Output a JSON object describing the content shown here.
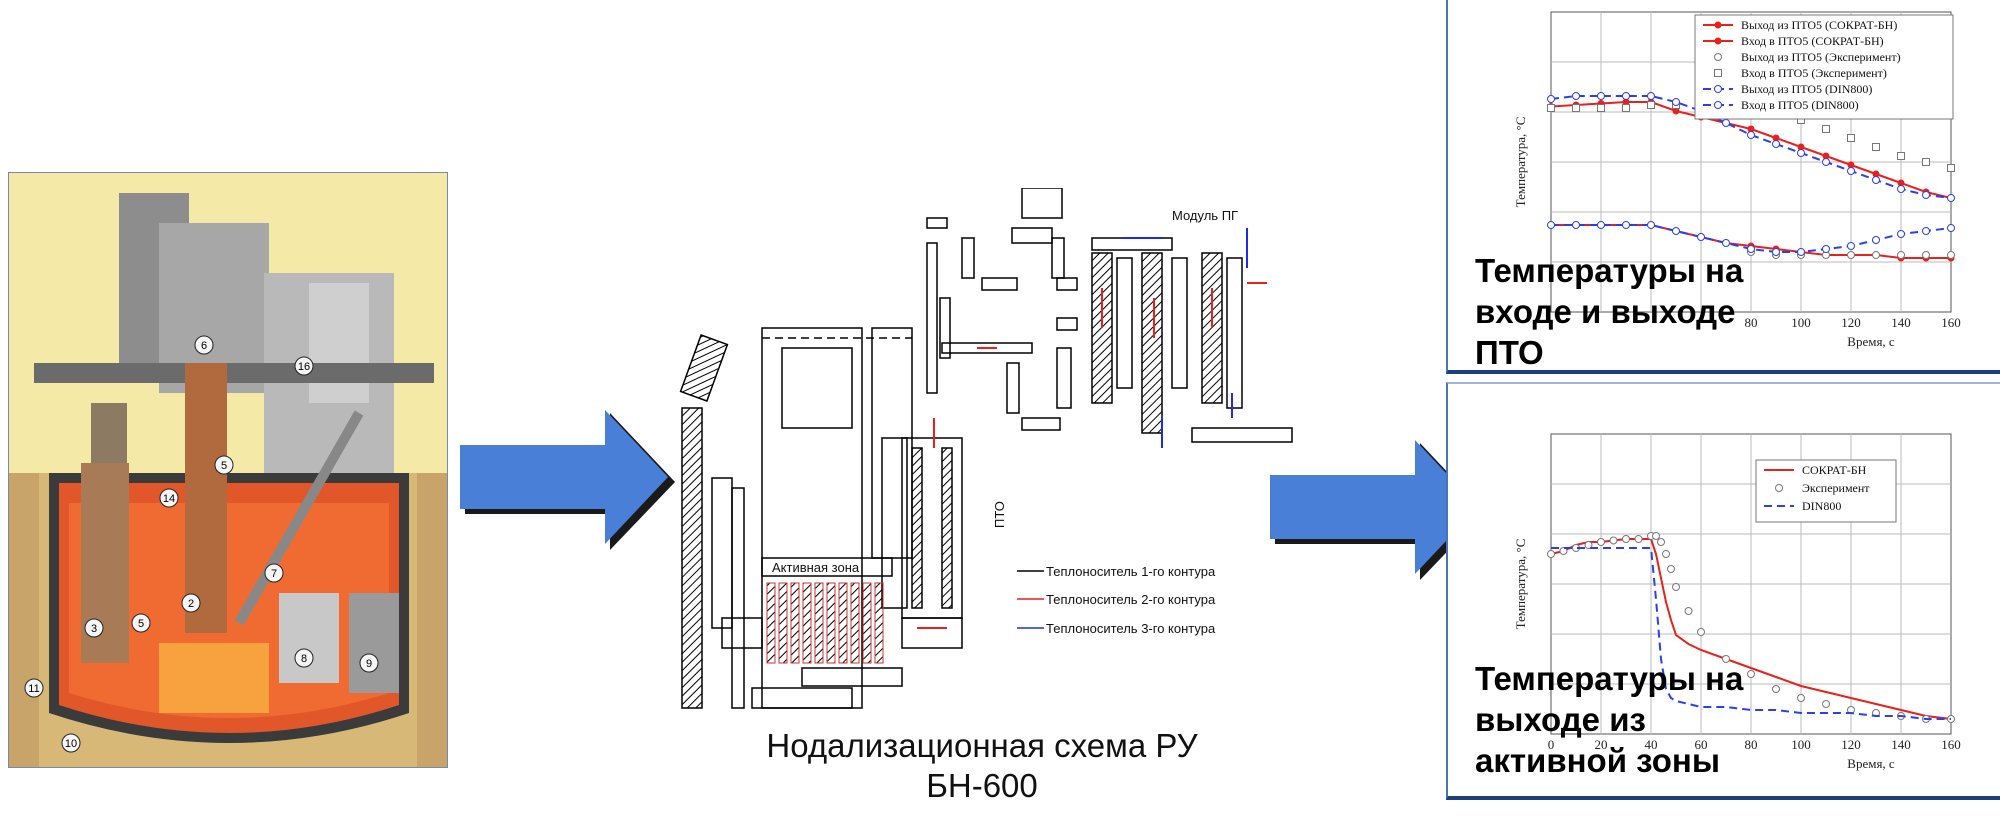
{
  "scheme": {
    "caption_line1": "Нодализационная схема РУ",
    "caption_line2": "БН-600",
    "module_label": "Модуль ПГ",
    "pto_label": "ПТО",
    "core_label": "Активная зона",
    "legend": [
      {
        "text": "Теплоноситель 1-го контура",
        "color": "#000000"
      },
      {
        "text": "Теплоноситель 2-го контура",
        "color": "#e8211c"
      },
      {
        "text": "Теплоноситель 3-го контура",
        "color": "#1c2be8"
      }
    ]
  },
  "reactor": {
    "numbers": [
      "6",
      "16",
      "5",
      "14",
      "7",
      "2",
      "3",
      "5",
      "8",
      "9",
      "11",
      "10"
    ]
  },
  "colors": {
    "arrow": "#4a7fd8",
    "sokrat": "#e8211c",
    "din": "#2a3ff0",
    "exp": "#777777"
  },
  "chart_data": [
    {
      "type": "line",
      "title": "Температуры на входе и выходе ПТО",
      "xlabel": "Время, с",
      "ylabel": "Температура, °С",
      "x_ticks": [
        "80",
        "100",
        "120",
        "140",
        "160"
      ],
      "xlim": [
        0,
        160
      ],
      "ylim": [
        0,
        1
      ],
      "grid": true,
      "legend_position": "top-right",
      "x": [
        0,
        10,
        20,
        30,
        40,
        50,
        60,
        70,
        80,
        90,
        100,
        110,
        120,
        130,
        140,
        150,
        160
      ],
      "series": [
        {
          "name": "Выход из ПТО5 (СОКРАТ-БН)",
          "values": [
            0.685,
            0.69,
            0.695,
            0.7,
            0.7,
            0.67,
            0.65,
            0.63,
            0.61,
            0.58,
            0.55,
            0.52,
            0.49,
            0.46,
            0.43,
            0.4,
            0.38
          ]
        },
        {
          "name": "Вход в ПТО5 (СОКРАТ-БН)",
          "values": [
            0.29,
            0.29,
            0.29,
            0.29,
            0.29,
            0.27,
            0.25,
            0.23,
            0.22,
            0.21,
            0.2,
            0.19,
            0.19,
            0.19,
            0.18,
            0.18,
            0.18
          ]
        },
        {
          "name": "Выход из ПТО5 (Эксперимент)",
          "values": [
            null,
            null,
            null,
            null,
            null,
            null,
            null,
            null,
            0.2,
            0.19,
            0.19,
            0.19,
            0.19,
            0.19,
            0.19,
            0.19,
            0.19
          ]
        },
        {
          "name": "Вход в ПТО5 (Эксперимент)",
          "values": [
            0.68,
            0.68,
            0.68,
            0.68,
            0.69,
            0.69,
            0.69,
            0.69,
            0.68,
            0.67,
            0.64,
            0.61,
            0.58,
            0.55,
            0.52,
            0.5,
            0.48
          ]
        },
        {
          "name": "Выход из ПТО5 (DIN800)",
          "values": [
            0.71,
            0.72,
            0.72,
            0.72,
            0.72,
            0.7,
            0.67,
            0.63,
            0.59,
            0.56,
            0.53,
            0.5,
            0.47,
            0.44,
            0.41,
            0.39,
            0.38
          ]
        },
        {
          "name": "Вход в ПТО5 (DIN800)",
          "values": [
            0.29,
            0.29,
            0.29,
            0.29,
            0.29,
            0.27,
            0.25,
            0.23,
            0.21,
            0.2,
            0.2,
            0.21,
            0.22,
            0.24,
            0.26,
            0.27,
            0.28
          ]
        }
      ]
    },
    {
      "type": "line",
      "title": "Температуры на выходе  из активной зоны",
      "xlabel": "Время, с",
      "ylabel": "Температура, °С",
      "x_ticks": [
        "0",
        "20",
        "40",
        "60",
        "80",
        "100",
        "120",
        "140",
        "160"
      ],
      "xlim": [
        0,
        160
      ],
      "ylim": [
        0,
        1
      ],
      "grid": true,
      "legend_position": "top-right",
      "x": [
        0,
        5,
        10,
        15,
        20,
        25,
        30,
        35,
        40,
        42,
        44,
        46,
        48,
        50,
        55,
        60,
        70,
        80,
        90,
        100,
        110,
        120,
        130,
        140,
        150,
        160
      ],
      "series": [
        {
          "name": "СОКРАТ-БН",
          "values": [
            0.6,
            0.61,
            0.63,
            0.64,
            0.64,
            0.645,
            0.65,
            0.65,
            0.65,
            0.6,
            0.52,
            0.44,
            0.38,
            0.33,
            0.3,
            0.28,
            0.25,
            0.22,
            0.19,
            0.16,
            0.14,
            0.12,
            0.1,
            0.08,
            0.06,
            0.05
          ]
        },
        {
          "name": "Эксперимент",
          "values": [
            0.6,
            0.61,
            0.62,
            0.63,
            0.64,
            0.645,
            0.65,
            0.65,
            0.66,
            0.66,
            0.64,
            0.6,
            0.55,
            0.49,
            0.41,
            0.34,
            0.25,
            0.2,
            0.15,
            0.12,
            0.1,
            0.08,
            0.07,
            0.06,
            0.05,
            0.05
          ]
        },
        {
          "name": "DIN800",
          "values": [
            0.62,
            0.62,
            0.62,
            0.62,
            0.62,
            0.62,
            0.62,
            0.62,
            0.62,
            0.45,
            0.25,
            0.15,
            0.12,
            0.11,
            0.1,
            0.09,
            0.09,
            0.08,
            0.08,
            0.07,
            0.07,
            0.07,
            0.06,
            0.06,
            0.05,
            0.05
          ]
        }
      ]
    }
  ]
}
